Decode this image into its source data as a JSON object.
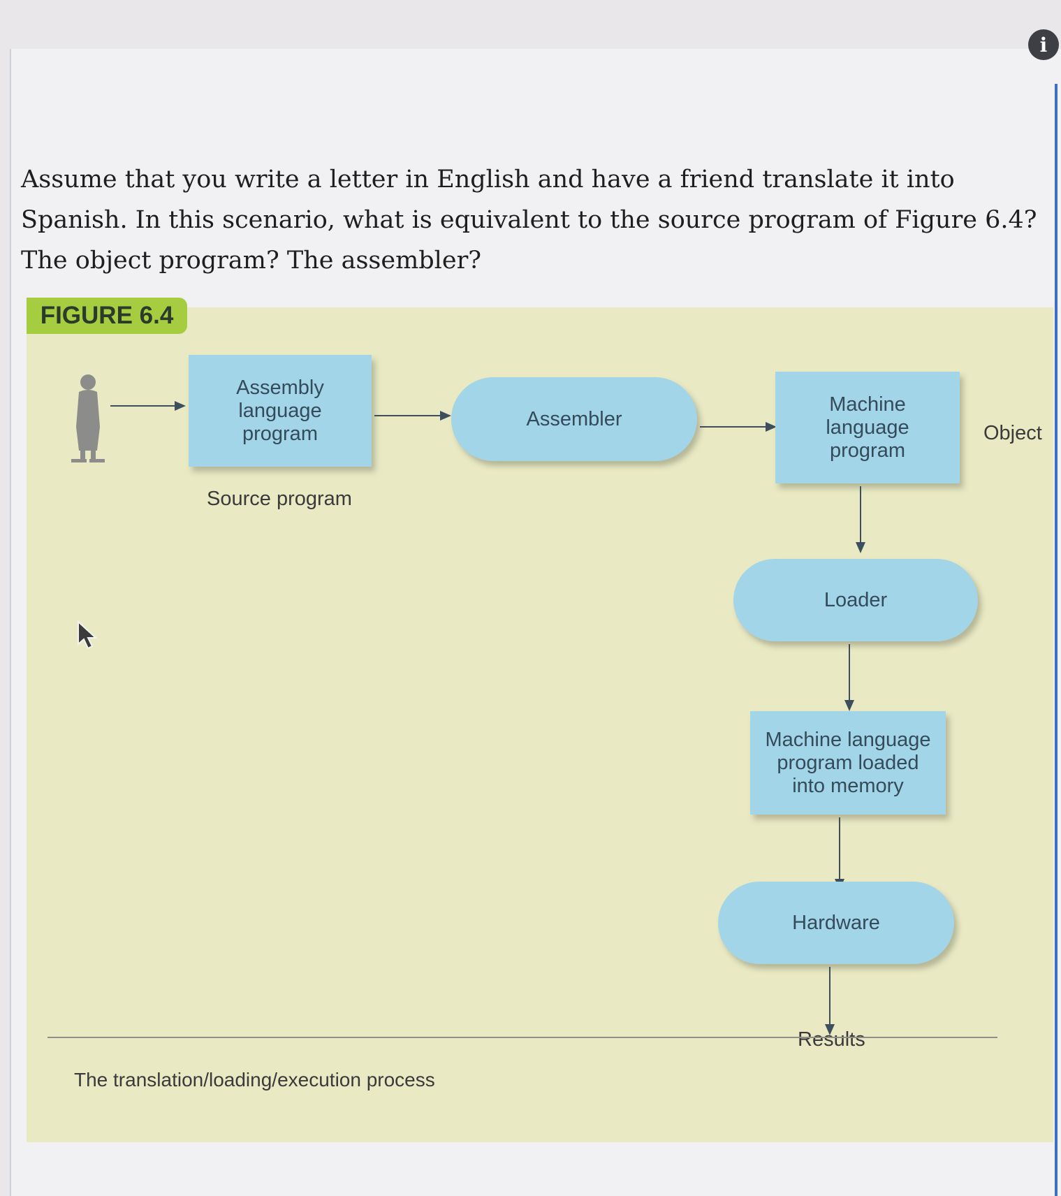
{
  "question": {
    "text": "Assume that you write a letter in English and have a friend translate it into Spanish. In this scenario, what is equivalent to the source program of Figure 6.4? The object program? The assembler?"
  },
  "figure": {
    "tag": "FIGURE 6.4",
    "nodes": {
      "assembly_program": "Assembly\nlanguage\nprogram",
      "assembler": "Assembler",
      "machine_program": "Machine\nlanguage\nprogram",
      "loader": "Loader",
      "loaded_program": "Machine language\nprogram loaded\ninto memory",
      "hardware": "Hardware"
    },
    "labels": {
      "source_program": "Source program",
      "object": "Object",
      "results": "Results"
    },
    "caption": "The translation/loading/execution process"
  },
  "icons": {
    "info": "info-icon",
    "person": "person-icon",
    "cursor": "cursor-arrow-icon"
  },
  "colors": {
    "node_fill": "#a3d5e8",
    "figure_background": "#e9eac4",
    "figure_tag": "#a6cc3f"
  }
}
